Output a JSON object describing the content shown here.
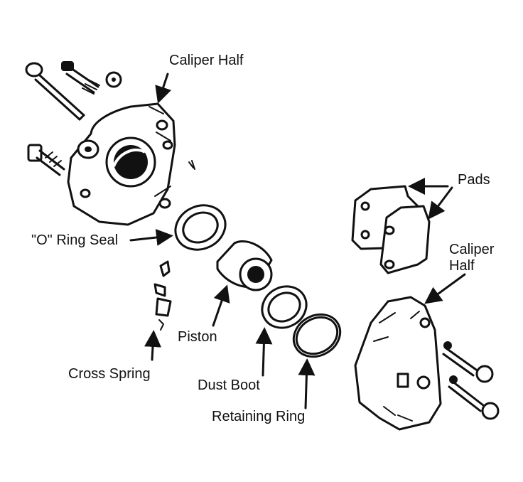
{
  "labels": {
    "caliper_half_top": "Caliper Half",
    "pads": "Pads",
    "caliper_half_right_line1": "Caliper",
    "caliper_half_right_line2": "Half",
    "o_ring_seal": "\"O\" Ring Seal",
    "piston": "Piston",
    "cross_spring": "Cross Spring",
    "dust_boot": "Dust Boot",
    "retaining_ring": "Retaining Ring"
  },
  "colors": {
    "ink": "#111111",
    "background": "#ffffff"
  }
}
